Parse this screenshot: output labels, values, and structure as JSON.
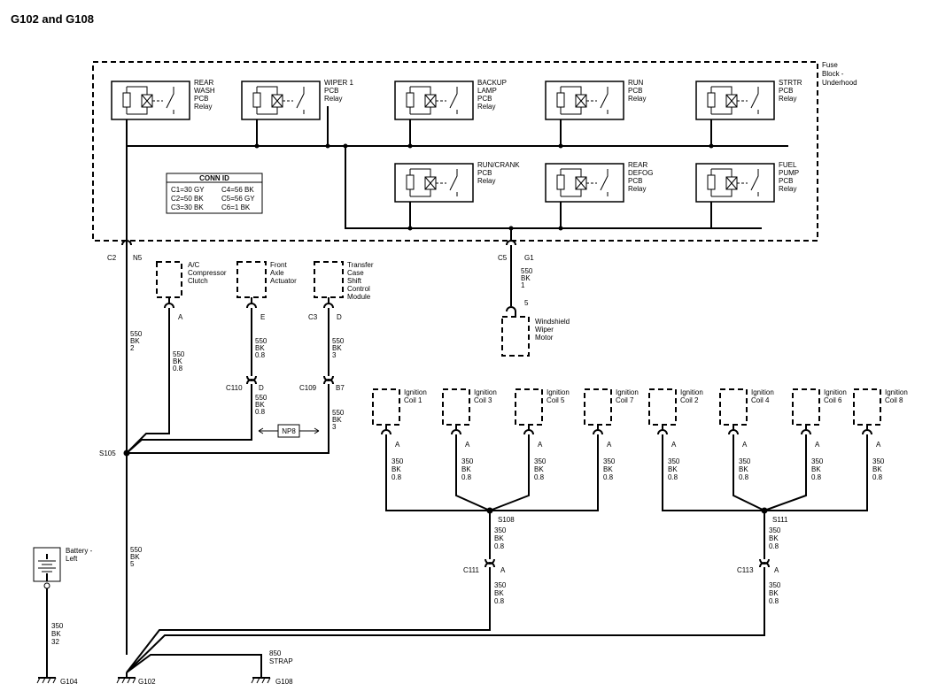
{
  "title": "G102 and G108",
  "fuse_block": {
    "label": [
      "Fuse",
      "Block -",
      "Underhood"
    ]
  },
  "relays": [
    {
      "lines": [
        "REAR",
        "WASH",
        "PCB",
        "Relay"
      ]
    },
    {
      "lines": [
        "WIPER 1",
        "PCB",
        "Relay"
      ]
    },
    {
      "lines": [
        "BACKUP",
        "LAMP",
        "PCB",
        "Relay"
      ]
    },
    {
      "lines": [
        "RUN",
        "PCB",
        "Relay"
      ]
    },
    {
      "lines": [
        "STRTR",
        "PCB",
        "Relay"
      ]
    },
    {
      "lines": [
        "RUN/CRANK",
        "PCB",
        "Relay"
      ]
    },
    {
      "lines": [
        "REAR",
        "DEFOG",
        "PCB",
        "Relay"
      ]
    },
    {
      "lines": [
        "FUEL",
        "PUMP",
        "PCB",
        "Relay"
      ]
    }
  ],
  "conn_id": {
    "header": "CONN ID",
    "rows": [
      [
        "C1=30 GY",
        "C4=56 BK"
      ],
      [
        "C2=50 BK",
        "C5=56 GY"
      ],
      [
        "C3=30 BK",
        "C6=1 BK"
      ]
    ]
  },
  "components": {
    "ac": [
      "A/C",
      "Compressor",
      "Clutch"
    ],
    "front_axle": [
      "Front",
      "Axle",
      "Actuator"
    ],
    "transfer_case": [
      "Transfer",
      "Case",
      "Shift",
      "Control",
      "Module"
    ],
    "wiper_motor": [
      "Windshield",
      "Wiper",
      "Motor"
    ],
    "battery": [
      "Battery -",
      "Left"
    ],
    "coils": [
      [
        "Ignition",
        "Coil 1"
      ],
      [
        "Ignition",
        "Coil 3"
      ],
      [
        "Ignition",
        "Coil 5"
      ],
      [
        "Ignition",
        "Coil 7"
      ],
      [
        "Ignition",
        "Coil 2"
      ],
      [
        "Ignition",
        "Coil 4"
      ],
      [
        "Ignition",
        "Coil 6"
      ],
      [
        "Ignition",
        "Coil 8"
      ]
    ]
  },
  "connectors": {
    "c2": "C2",
    "n5": "N5",
    "c5": "C5",
    "g1": "G1",
    "five": "5",
    "a": "A",
    "e": "E",
    "c3": "C3",
    "d": "D",
    "c110": "C110",
    "c109": "C109",
    "b7": "B7",
    "c111": "C111",
    "c113": "C113"
  },
  "wires": {
    "w_550_bk_2": [
      "550",
      "BK",
      "2"
    ],
    "w_550_bk_08": [
      "550",
      "BK",
      "0.8"
    ],
    "w_550_bk_3": [
      "550",
      "BK",
      "3"
    ],
    "w_550_bk_5": [
      "550",
      "BK",
      "5"
    ],
    "w_550_bk_1": [
      "550",
      "BK",
      "1"
    ],
    "w_350_bk_32": [
      "350",
      "BK",
      "32"
    ],
    "w_350_bk_08": [
      "350",
      "BK",
      "0.8"
    ],
    "strap": [
      "850",
      "STRAP"
    ]
  },
  "splices": {
    "s105": "S105",
    "s108": "S108",
    "s111": "S111"
  },
  "np8": "NP8",
  "grounds": {
    "g104": "G104",
    "g102": "G102",
    "g108": "G108"
  }
}
